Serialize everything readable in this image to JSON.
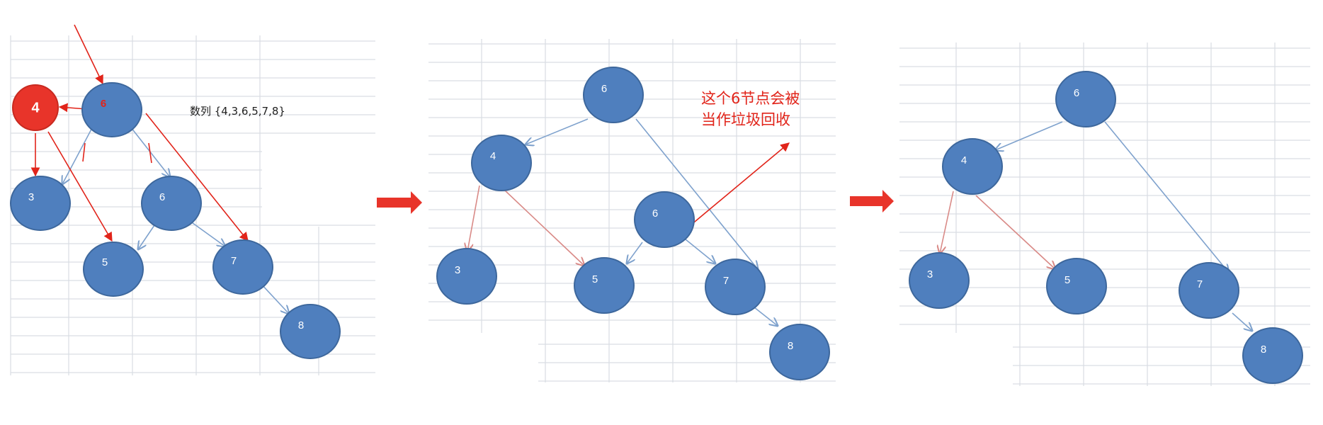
{
  "colors": {
    "node_fill": "#4f7fbe",
    "node_stroke": "#3d679c",
    "edge_blue": "#7fa2cd",
    "edge_red": "#e1241a",
    "edge_red_soft": "#d98a87",
    "grid": "#d9dde3"
  },
  "panel1": {
    "sequence_label": "数列 {4,3,6,5,7,8}",
    "new_node_label": "4",
    "nodes": {
      "root": "6",
      "left": "3",
      "right": "6",
      "right_left": "5",
      "right_right": "7",
      "leaf": "8"
    }
  },
  "panel2": {
    "annotation_lines": [
      "这个6节点会被",
      "当作垃圾回收"
    ],
    "nodes": {
      "root": "6",
      "left": "4",
      "left_left": "3",
      "orphan": "6",
      "mid": "5",
      "right": "7",
      "leaf": "8"
    }
  },
  "panel3": {
    "nodes": {
      "root": "6",
      "left": "4",
      "left_left": "3",
      "left_right": "5",
      "right": "7",
      "leaf": "8"
    }
  },
  "arrows": {
    "step1": "right-arrow-icon",
    "step2": "right-arrow-icon"
  }
}
